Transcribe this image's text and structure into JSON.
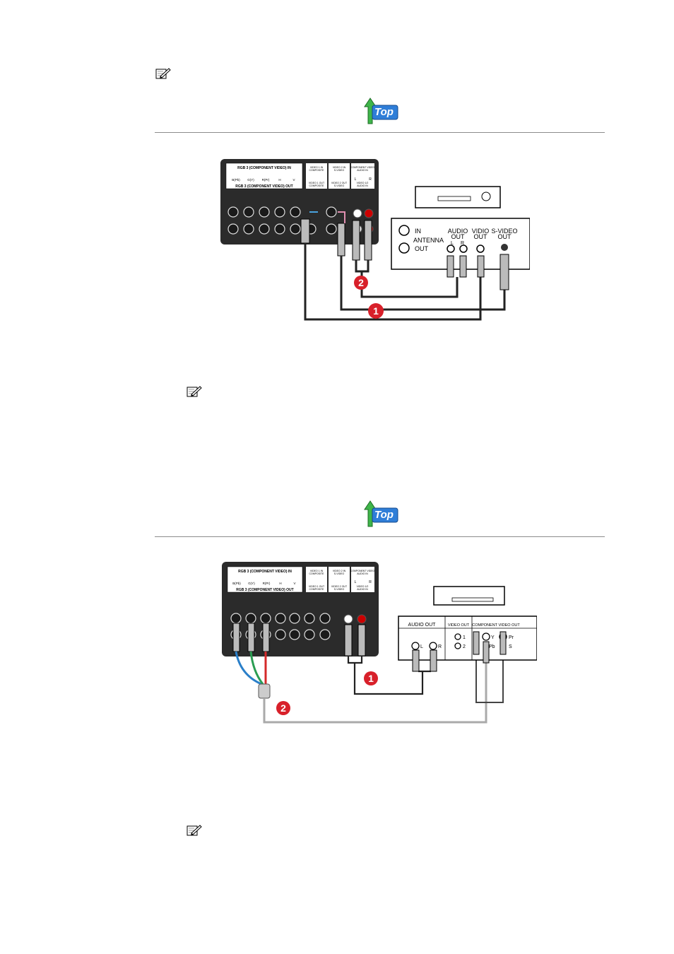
{
  "top_link": {
    "label": "Top"
  },
  "diagram1": {
    "panel": {
      "title_in": "RGB 3 (COMPONENT VIDEO) IN",
      "title_out": "RGB 3 (COMPONENT VIDEO) OUT",
      "rgb_labels": [
        "B(Pb)",
        "G(Y)",
        "R(Pr)",
        "H",
        "V"
      ],
      "video1_in": "VIDEO 1 IN",
      "video1_in_sub": "COMPOSITE",
      "video1_out": "VIDEO 1 OUT",
      "video1_out_sub": "COMPOSITE",
      "video2_in": "VIDEO 2 IN",
      "video2_in_sub": "S-VIDEO",
      "video2_out": "VIDEO 2 OUT",
      "video2_out_sub": "S-VIDEO",
      "comp_audio": "COMPONENT VIDEO",
      "comp_audio_sub": "AUDIO IN",
      "audio_l": "L",
      "audio_r": "R",
      "video12_audio": "VIDEO 1/2",
      "video12_audio_sub": "AUDIO IN"
    },
    "vcr": {
      "in": "IN",
      "antenna": "ANTENNA",
      "out": "OUT",
      "audio_out_1": "AUDIO",
      "audio_out_2": "OUT",
      "audio_l": "L",
      "audio_r": "R",
      "video_out_1": "VIDIO",
      "video_out_2": "OUT",
      "svideo_out_1": "S-VIDEO",
      "svideo_out_2": "OUT"
    },
    "badges": [
      "1",
      "2"
    ]
  },
  "diagram2": {
    "panel": {
      "title_in": "RGB 3 (COMPONENT VIDEO) IN",
      "title_out": "RGB 3 (COMPONENT VIDEO) OUT",
      "rgb_labels": [
        "B(Pb)",
        "G(Y)",
        "R(Pr)",
        "H",
        "V"
      ],
      "video1_in": "VIDEO 1 IN",
      "video1_in_sub": "COMPOSITE",
      "video1_out": "VIDEO 1 OUT",
      "video1_out_sub": "COMPOSITE",
      "video2_in": "VIDEO 2 IN",
      "video2_in_sub": "S-VIDEO",
      "video2_out": "VIDEO 2 OUT",
      "video2_out_sub": "S-VIDEO",
      "comp_audio": "COMPONENT VIDEO",
      "comp_audio_sub": "AUDIO IN",
      "audio_l": "L",
      "audio_r": "R",
      "video12_audio": "VIDEO 1/2",
      "video12_audio_sub": "AUDIO IN"
    },
    "dvd": {
      "audio_out": "AUDIO OUT",
      "video_out": "VIDEO OUT",
      "component_out": "COMPONENT VIDEO OUT",
      "audio_l": "L",
      "audio_r": "R",
      "vid_1": "1",
      "vid_2": "2",
      "comp_y": "Y",
      "comp_pb": "Pb",
      "comp_pr": "Pr",
      "comp_s": "S"
    },
    "badges": [
      "1",
      "2"
    ]
  }
}
